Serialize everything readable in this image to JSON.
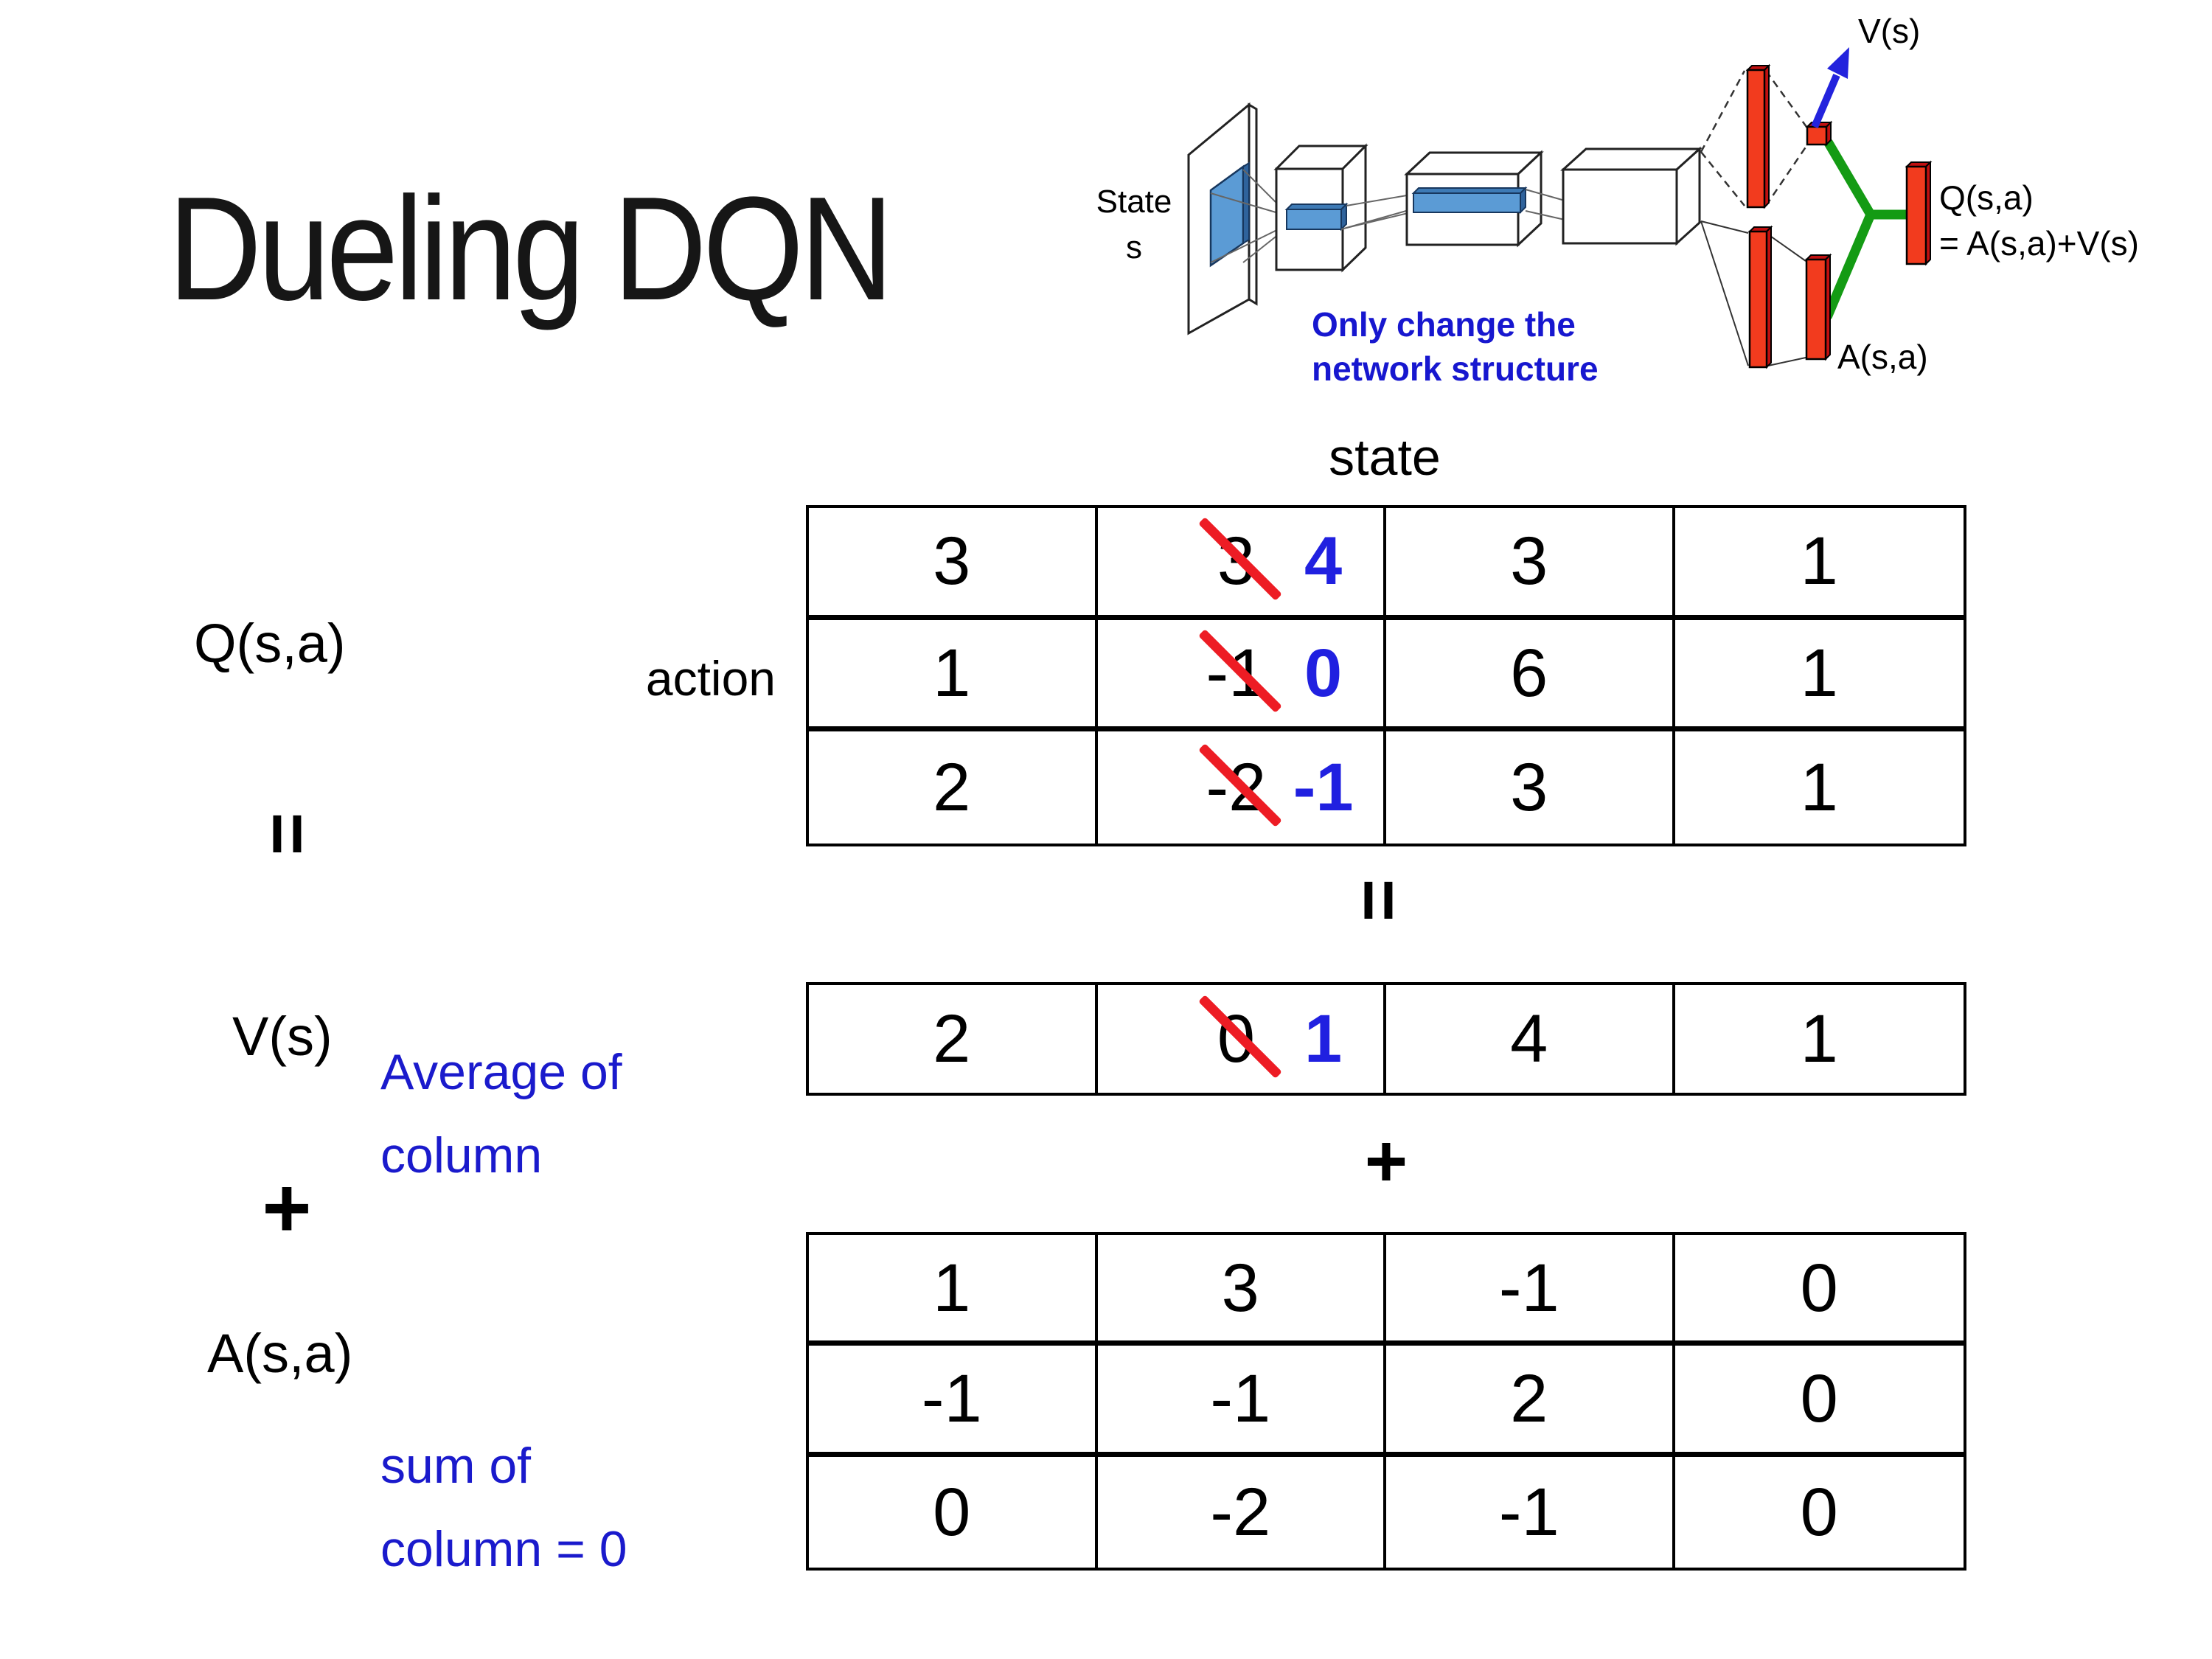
{
  "slide": {
    "title": "Dueling DQN"
  },
  "diagram": {
    "state_label": "State",
    "state_sub": "s",
    "note_line1": "Only change the",
    "note_line2": "network structure",
    "v_out_label": "V(s)",
    "q_out_label": "Q(s,a)",
    "q_out_formula": "= A(s,a)+V(s)",
    "a_out_label": "A(s,a)",
    "colors": {
      "conv_blue": "#5b9bd5",
      "bar_red": "#f23b1e",
      "merge_green": "#149b14",
      "arrow_blue": "#2323dd",
      "note_blue": "#1717cf"
    }
  },
  "matrix": {
    "state_header": "state",
    "action_label": "action",
    "q_label": "Q(s,a)",
    "v_label": "V(s)",
    "a_label": "A(s,a)",
    "equals": "=",
    "plus": "+",
    "average_note_line1": "Average of",
    "average_note_line2": "column",
    "sum_note_line1": "sum of",
    "sum_note_line2": "column = 0",
    "colors": {
      "cross_red": "#ed1c24",
      "correction_blue": "#2020e0"
    },
    "q_table": {
      "rows": [
        [
          {
            "value": "3",
            "crossed": false
          },
          {
            "value": "3",
            "crossed": true,
            "corrected": "4"
          },
          {
            "value": "3",
            "crossed": false
          },
          {
            "value": "1",
            "crossed": false
          }
        ],
        [
          {
            "value": "1",
            "crossed": false
          },
          {
            "value": "-1",
            "crossed": true,
            "corrected": "0"
          },
          {
            "value": "6",
            "crossed": false
          },
          {
            "value": "1",
            "crossed": false
          }
        ],
        [
          {
            "value": "2",
            "crossed": false
          },
          {
            "value": "-2",
            "crossed": true,
            "corrected": "-1"
          },
          {
            "value": "3",
            "crossed": false
          },
          {
            "value": "1",
            "crossed": false
          }
        ]
      ]
    },
    "v_row": {
      "cells": [
        {
          "value": "2",
          "crossed": false
        },
        {
          "value": "0",
          "crossed": true,
          "corrected": "1"
        },
        {
          "value": "4",
          "crossed": false
        },
        {
          "value": "1",
          "crossed": false
        }
      ]
    },
    "a_table": {
      "rows": [
        [
          {
            "value": "1"
          },
          {
            "value": "3"
          },
          {
            "value": "-1"
          },
          {
            "value": "0"
          }
        ],
        [
          {
            "value": "-1"
          },
          {
            "value": "-1"
          },
          {
            "value": "2"
          },
          {
            "value": "0"
          }
        ],
        [
          {
            "value": "0"
          },
          {
            "value": "-2"
          },
          {
            "value": "-1"
          },
          {
            "value": "0"
          }
        ]
      ]
    }
  }
}
